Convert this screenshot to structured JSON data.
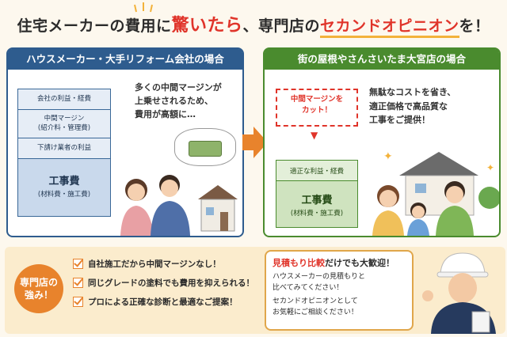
{
  "headline": {
    "part1": "住宅メーカーの費用に",
    "highlight": "驚いたら",
    "part2": "、専門店の",
    "accent": "セカンドオピニオン",
    "part3": "を！"
  },
  "left_panel": {
    "title": "ハウスメーカー・大手リフォーム会社の場合",
    "segments": [
      "会社の利益・経費",
      "中間マージン\n(紹介料・管理費)",
      "下請け業者の利益"
    ],
    "main_segment": {
      "label": "工事費",
      "sub": "(材料費・施工費)"
    },
    "bubble": [
      "多くの中間マージンが",
      "上乗せされるため、",
      "費用が高額に…"
    ]
  },
  "right_panel": {
    "title": "街の屋根やさんさいたま大宮店の場合",
    "cut_label": [
      "中間マージンを",
      "カット！"
    ],
    "segments": [
      "適正な利益・経費"
    ],
    "main_segment": {
      "label": "工事費",
      "sub": "(材料費・施工費)"
    },
    "text": [
      "無駄なコストを省き、",
      "適正価格で高品質な",
      "工事をご提供！"
    ]
  },
  "strengths": {
    "badge": "専門店の\n強み！",
    "items": [
      "自社施工だから中間マージンなし！",
      "同じグレードの塗料でも費用を抑えられる！",
      "プロによる正確な診断と最適なご提案！"
    ]
  },
  "cta": {
    "title_red": "見積もり比較",
    "title_dark": "だけでも大歓迎！",
    "lines": [
      "ハウスメーカーの見積もりと",
      "比べてみてください！",
      "セカンドオピニオンとして",
      "お気軽にご相談ください！"
    ]
  },
  "colors": {
    "left_accent": "#2e5c8e",
    "right_accent": "#4a8b2e",
    "highlight_red": "#e0342a",
    "orange": "#e8832c"
  }
}
